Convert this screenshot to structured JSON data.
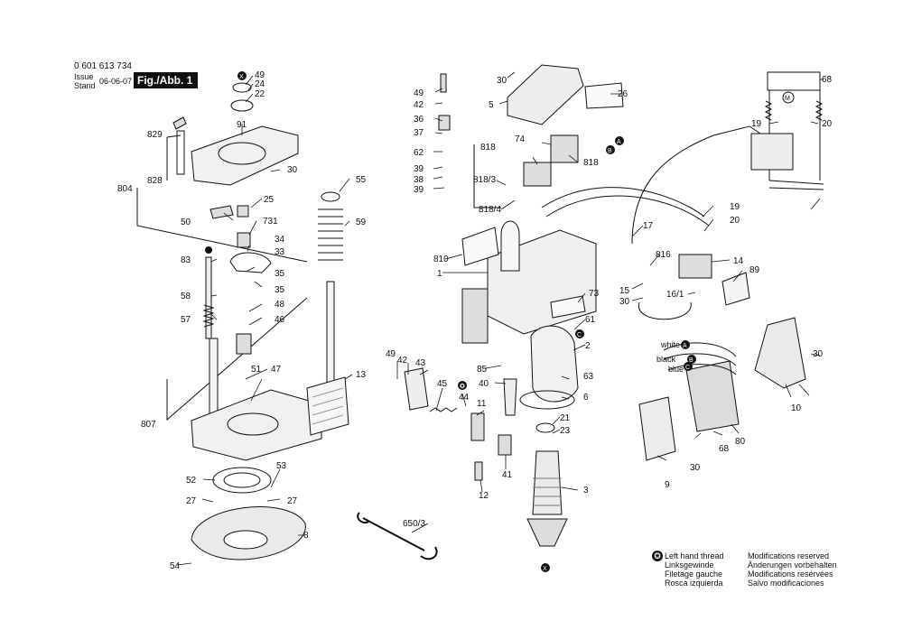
{
  "header": {
    "part_number": "0 601 613 734",
    "issue_label": "Issue",
    "stand_label": "Stand",
    "date": "06-06-07",
    "figure_label": "Fig./Abb. 1"
  },
  "legend": {
    "symbol": "✪",
    "left_thread": [
      "Left hand thread",
      "Linksgewinde",
      "Filetage gauche",
      "Rosca izquierda"
    ],
    "modifications": [
      "Modifications reserved",
      "Änderungen vorbehalten",
      "Modifications resérvées",
      "Salvo modificaciones"
    ]
  },
  "wire_labels": {
    "a": "white",
    "b": "black",
    "c": "blue"
  },
  "markers": {
    "x": "X",
    "a": "A",
    "b": "B",
    "c": "C",
    "motor": "M"
  },
  "callouts": {
    "c49a": "49",
    "c24": "24",
    "c22": "22",
    "c91": "91",
    "c829": "829",
    "c828": "828",
    "c804": "804",
    "c30a": "30",
    "c25": "25",
    "c50": "50",
    "c731": "731",
    "c34": "34",
    "c33": "33",
    "c35a": "35",
    "c83": "83",
    "c58": "58",
    "c35b": "35",
    "c48a": "48",
    "c57": "57",
    "c46": "46",
    "c51": "51",
    "c47": "47",
    "c807": "807",
    "c55": "55",
    "c59": "59",
    "c13": "13",
    "c52": "52",
    "c53": "53",
    "c27a": "27",
    "c27b": "27",
    "c8": "8",
    "c54": "54",
    "c30b": "30",
    "c5": "5",
    "c26": "26",
    "c49b": "49",
    "c42a": "42",
    "c36": "36",
    "c37": "37",
    "c62": "62",
    "c39a": "39",
    "c38": "38",
    "c39b": "39",
    "c818a": "818",
    "c74": "74",
    "c818b": "818",
    "c8183": "818/3",
    "c8184": "818/4",
    "c810": "810",
    "c1": "1",
    "c17": "17",
    "c19a": "19",
    "c20a": "20",
    "c816": "816",
    "c14": "14",
    "c89": "89",
    "c15": "15",
    "c30c": "30",
    "c161": "16/1",
    "c73": "73",
    "c61": "61",
    "c2": "2",
    "c85": "85",
    "c63": "63",
    "c40": "40",
    "c6": "6",
    "c49c": "49",
    "c42b": "42",
    "c43": "43",
    "c45": "45",
    "c44": "44",
    "c11": "11",
    "c41": "41",
    "c12": "12",
    "c21": "21",
    "c23": "23",
    "c3": "3",
    "c6503": "650/3",
    "c68a": "68",
    "c19b": "19",
    "c20b": "20",
    "c30d": "30",
    "c10": "10",
    "c68b": "68",
    "c80": "80",
    "c30e": "30",
    "c9": "9"
  }
}
